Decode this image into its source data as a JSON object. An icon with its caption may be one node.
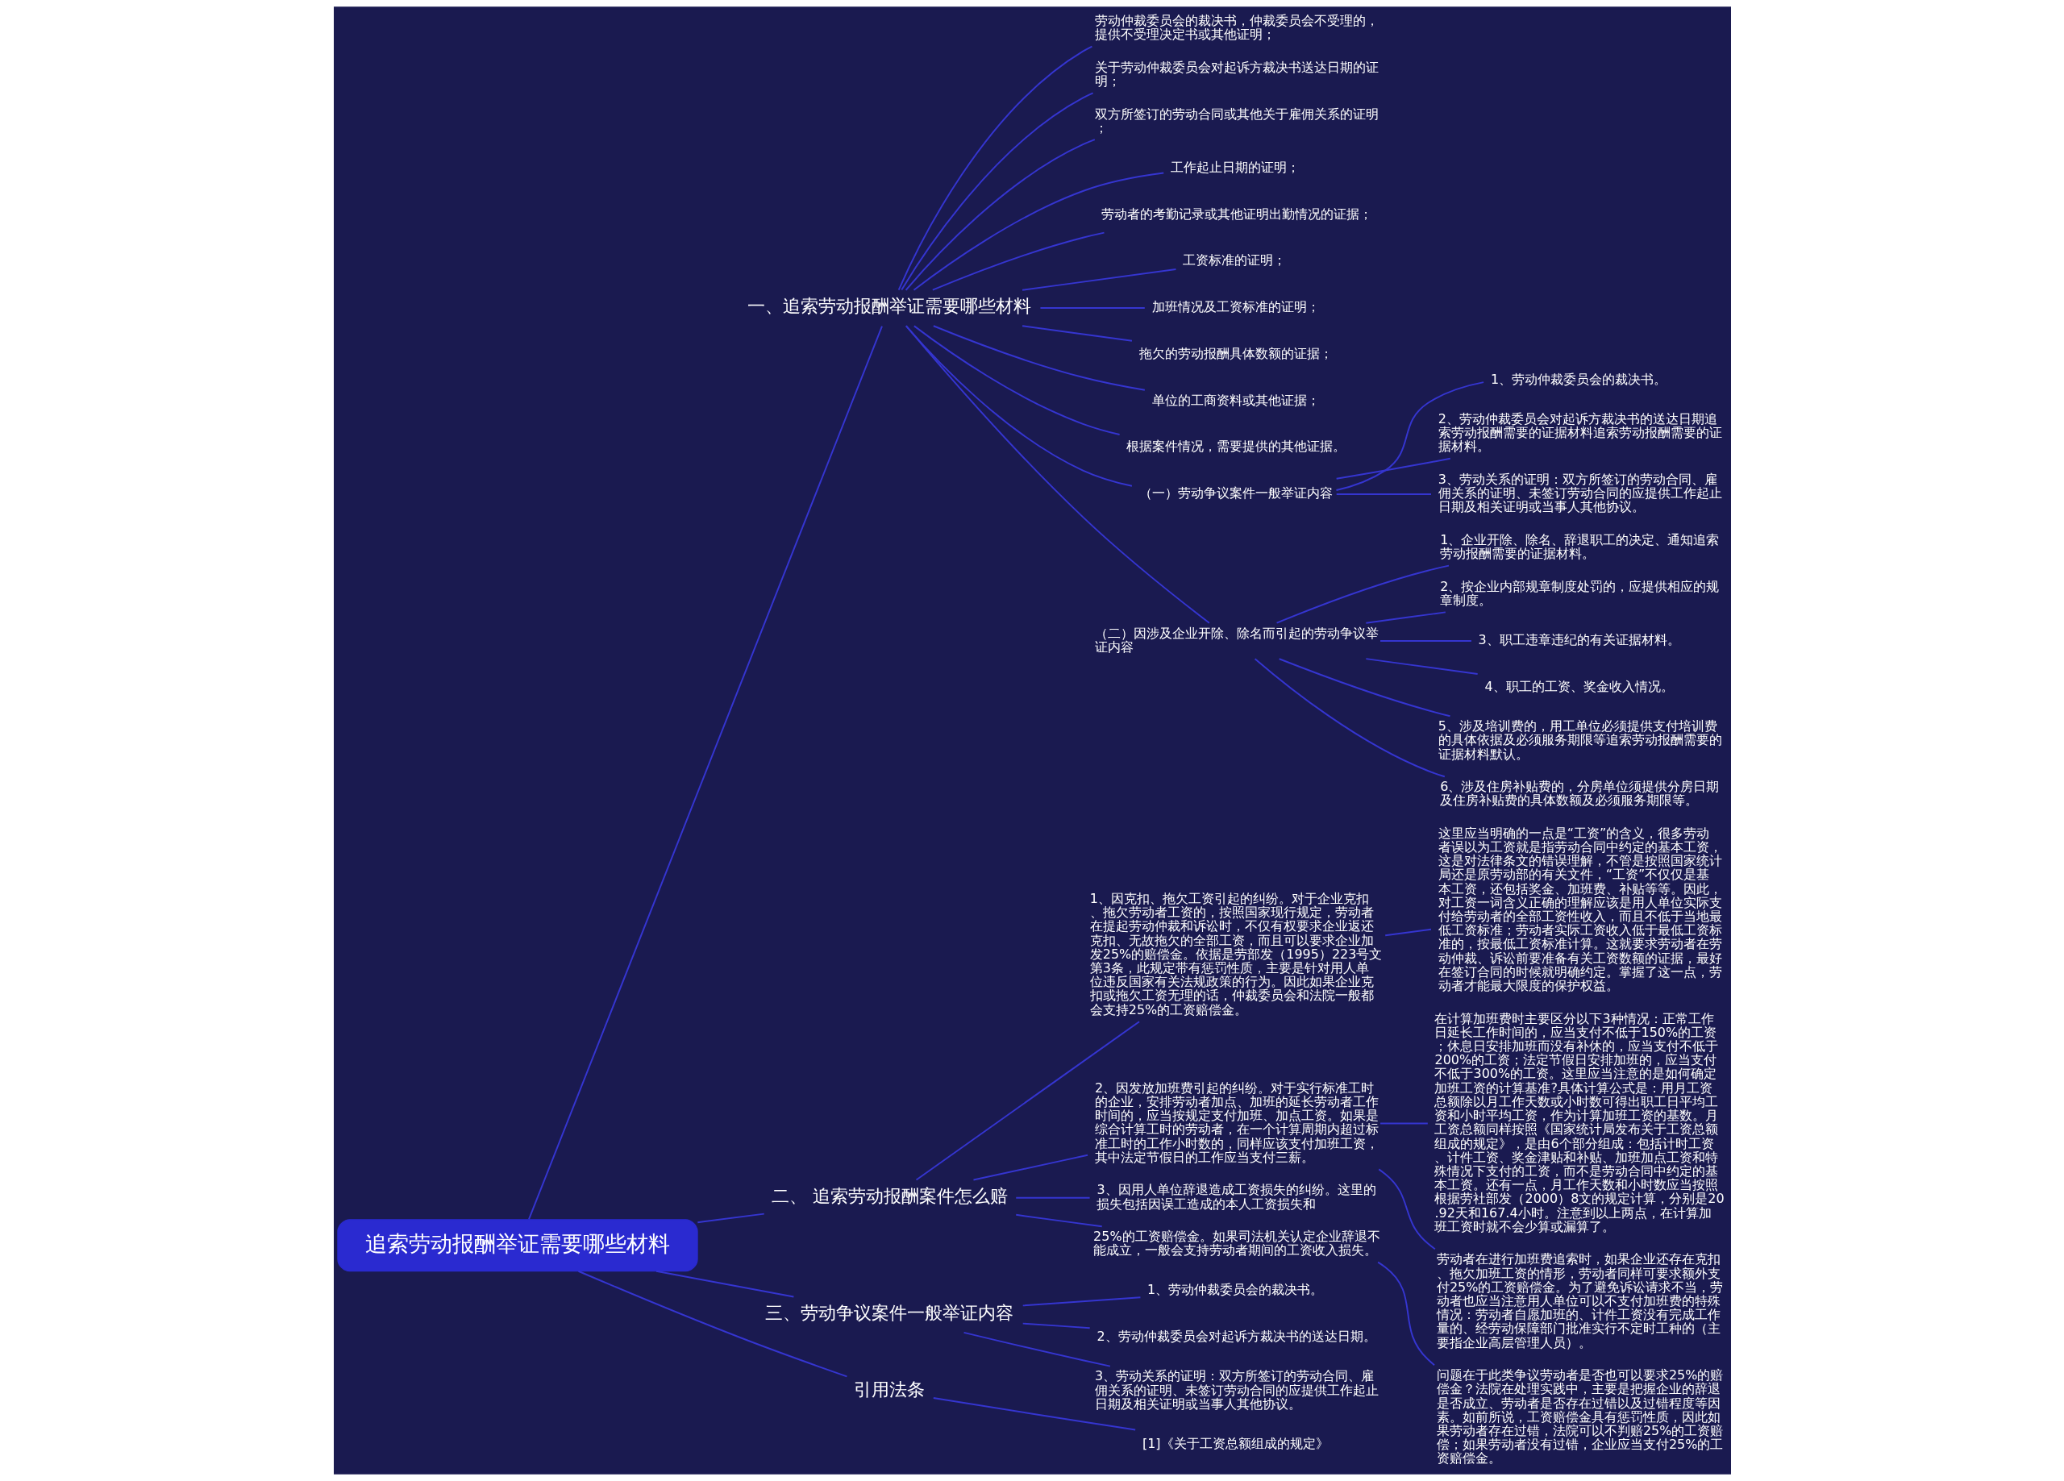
{
  "diagram": {
    "nodes": [
      {
        "text": [
          "追索劳动报酬举证需要哪些材料"
        ]
      },
      {
        "text": [
          "一、追索劳动报酬举证需要哪些材料"
        ]
      },
      {
        "text": [
          "劳动仲裁委员会的裁决书，仲裁委员会不受理的，提供不受理决定书或其他证明；"
        ]
      },
      {
        "text": [
          "关于劳动仲裁委员会对起诉方裁决书送达日期的证明；"
        ]
      },
      {
        "text": [
          "双方所签订的劳动合同或其他关于雇佣关系的证明；"
        ]
      },
      {
        "text": [
          "工作起止日期的证明；"
        ]
      },
      {
        "text": [
          "劳动者的考勤记录或其他证明出勤情况的证据；"
        ]
      },
      {
        "text": [
          "工资标准的证明；"
        ]
      },
      {
        "text": [
          "加班情况及工资标准的证明；"
        ]
      },
      {
        "text": [
          "拖欠的劳动报酬具体数额的证据；"
        ]
      },
      {
        "text": [
          "单位的工商资料或其他证据；"
        ]
      },
      {
        "text": [
          "根据案件情况，需要提供的其他证据。"
        ]
      },
      {
        "text": [
          "（一）劳动争议案件一般举证内容"
        ]
      },
      {
        "text": [
          "1、劳动仲裁委员会的裁决书。"
        ]
      },
      {
        "text": [
          "2、劳动仲裁委员会对起诉方裁决书的送达日期追索劳动报酬需要的证据材料追索劳动报酬需要的证据材料。"
        ]
      },
      {
        "text": [
          "3、劳动关系的证明：双方所签订的劳动合同、雇佣关系的证明、未签订劳动合同的应提供工作起止日期及相关证明或当事人其他协议。"
        ]
      },
      {
        "text": [
          "（二）因涉及企业开除、除名而引起的劳动争议举证内容"
        ]
      },
      {
        "text": [
          "1、企业开除、除名、辞退职工的决定、通知追索劳动报酬需要的证据材料。"
        ]
      },
      {
        "text": [
          "2、按企业内部规章制度处罚的，应提供相应的规章制度。"
        ]
      },
      {
        "text": [
          "3、职工违章违纪的有关证据材料。"
        ]
      },
      {
        "text": [
          "4、职工的工资、奖金收入情况。"
        ]
      },
      {
        "text": [
          "5、涉及培训费的，用工单位必须提供支付培训费的具体依据及必须服务期限等追索劳动报酬需要的证据材料默认。"
        ]
      },
      {
        "text": [
          "6、涉及住房补贴费的，分房单位须提供分房日期及住房补贴费的具体数额及必须服务期限等。"
        ]
      },
      {
        "text": [
          "二、 追索劳动报酬案件怎么赔"
        ]
      },
      {
        "text": [
          "1、因克扣、拖欠工资引起的纠纷。对于企业克扣、拖欠劳动者工资的，按照国家现行规定，劳动者在提起劳动仲裁和诉讼时，不仅有权要求企业返还克扣、无故拖欠的全部工资，而且可以要求企业加发25%的赔偿金。依据是劳部发（1995）223号文第3条，此规定带有惩罚性质，主要是针对用人单位违反国家有关法规政策的行为。因此如果企业克扣或拖欠工资无理的话，仲裁委员会和法院一般都会支持25%的工资赔偿金。"
        ]
      },
      {
        "text": [
          "这里应当明确的一点是“工资”的含义，很多劳动者误以为工资就是指劳动合同中约定的基本工资，这是对法律条文的错误理解，不管是按照国家统计局还是原劳动部的有关文件，“工资”不仅仅是基本工资，还包括奖金、加班费、补贴等等。因此，对工资一词含义正确的理解应该是用人单位实际支付给劳动者的全部工资性收入，而且不低于当地最低工资标准；劳动者实际工资收入低于最低工资标准的，按最低工资标准计算。这就要求劳动者在劳动仲裁、诉讼前要准备有关工资数额的证据，最好在签订合同的时候就明确约定。掌握了这一点，劳动者才能最大限度的保护权益。"
        ]
      },
      {
        "text": [
          "2、因发放加班费引起的纠纷。对于实行标准工时的企业，安排劳动者加点、加班的延长劳动者工作时间的，应当按规定支付加班、加点工资。如果是综合计算工时的劳动者，在一个计算周期内超过标准工时的工作小时数的，同样应该支付加班工资，其中法定节假日的工作应当支付三薪。"
        ]
      },
      {
        "text": [
          "在计算加班费时主要区分以下3种情况：正常工作日延长工作时间的，应当支付不低于150%的工资；休息日安排加班而没有补休的，应当支付不低于200%的工资；法定节假日安排加班的，应当支付不低于300%的工资。这里应当注意的是如何确定加班工资的计算基准?具体计算公式是：用月工资总额除以月工作天数或小时数可得出职工日平均工资和小时平均工资，作为计算加班工资的基数。月工资总额同样按照《国家统计局发布关于工资总额组成的规定》，是由6个部分组成：包括计时工资、计件工资、奖金津贴和补贴、加班加点工资和特殊情况下支付的工资，而不是劳动合同中约定的基本工资。还有一点，月工作天数和小时数应当按照根据劳社部发（2000）8文的规定计算，分别是20.92天和167.4小时。注意到以上两点，在计算加班工资时就不会少算或漏算了。"
        ]
      },
      {
        "text": [
          "劳动者在进行加班费追索时，如果企业还存在克扣、拖欠加班工资的情形，劳动者同样可要求额外支付25%的工资赔偿金。为了避免诉讼请求不当，劳动者也应当注意用人单位可以不支付加班费的特殊情况：劳动者自愿加班的、计件工资没有完成工作量的、经劳动保障部门批准实行不定时工种的（主要指企业高层管理人员）。"
        ]
      },
      {
        "text": [
          "3、因用人单位辞退造成工资损失的纠纷。这里的损失包括因误工造成的本人工资损失和"
        ]
      },
      {
        "text": [
          "25%的工资赔偿金。如果司法机关认定企业辞退不能成立，一般会支持劳动者期间的工资收入损失。"
        ]
      },
      {
        "text": [
          "问题在于此类争议劳动者是否也可以要求25%的赔偿金？法院在处理实践中，主要是把握企业的辞退是否成立、劳动者是否存在过错以及过错程度等因素。如前所说，工资赔偿金具有惩罚性质，因此如果劳动者存在过错，法院可以不判赔25%的工资赔偿；如果劳动者没有过错，企业应当支付25%的工资赔偿金。"
        ]
      },
      {
        "text": [
          "三、劳动争议案件一般举证内容"
        ]
      },
      {
        "text": [
          "1、劳动仲裁委员会的裁决书。"
        ]
      },
      {
        "text": [
          "2、劳动仲裁委员会对起诉方裁决书的送达日期。"
        ]
      },
      {
        "text": [
          "3、劳动关系的证明：双方所签订的劳动合同、雇佣关系的证明、未签订劳动合同的应提供工作起止日期及相关证明或当事人其他协议。"
        ]
      },
      {
        "text": [
          "引用法条"
        ]
      },
      {
        "text": [
          "[1]《关于工资总额组成的规定》"
        ]
      }
    ],
    "edges": [
      {
        "from": 0,
        "to": 1,
        "arrow": "none"
      },
      {
        "from": 1,
        "to": 2,
        "arrow": "none"
      },
      {
        "from": 1,
        "to": 3,
        "arrow": "none"
      },
      {
        "from": 1,
        "to": 4,
        "arrow": "none"
      },
      {
        "from": 1,
        "to": 5,
        "arrow": "none"
      },
      {
        "from": 1,
        "to": 6,
        "arrow": "none"
      },
      {
        "from": 1,
        "to": 7,
        "arrow": "none"
      },
      {
        "from": 1,
        "to": 8,
        "arrow": "none"
      },
      {
        "from": 1,
        "to": 9,
        "arrow": "none"
      },
      {
        "from": 1,
        "to": 10,
        "arrow": "none"
      },
      {
        "from": 1,
        "to": 11,
        "arrow": "none"
      },
      {
        "from": 1,
        "to": 12,
        "arrow": "none"
      },
      {
        "from": 12,
        "to": 13,
        "arrow": "none"
      },
      {
        "from": 12,
        "to": 14,
        "arrow": "none"
      },
      {
        "from": 12,
        "to": 15,
        "arrow": "none"
      },
      {
        "from": 1,
        "to": 16,
        "arrow": "none"
      },
      {
        "from": 16,
        "to": 17,
        "arrow": "none"
      },
      {
        "from": 16,
        "to": 18,
        "arrow": "none"
      },
      {
        "from": 16,
        "to": 19,
        "arrow": "none"
      },
      {
        "from": 16,
        "to": 20,
        "arrow": "none"
      },
      {
        "from": 16,
        "to": 21,
        "arrow": "none"
      },
      {
        "from": 16,
        "to": 22,
        "arrow": "none"
      },
      {
        "from": 0,
        "to": 23,
        "arrow": "none"
      },
      {
        "from": 23,
        "to": 24,
        "arrow": "none"
      },
      {
        "from": 24,
        "to": 25,
        "arrow": "none"
      },
      {
        "from": 23,
        "to": 26,
        "arrow": "none"
      },
      {
        "from": 26,
        "to": 27,
        "arrow": "none"
      },
      {
        "from": 26,
        "to": 28,
        "arrow": "none"
      },
      {
        "from": 23,
        "to": 29,
        "arrow": "none"
      },
      {
        "from": 23,
        "to": 30,
        "arrow": "none"
      },
      {
        "from": 30,
        "to": 31,
        "arrow": "none"
      },
      {
        "from": 0,
        "to": 32,
        "arrow": "none"
      },
      {
        "from": 32,
        "to": 33,
        "arrow": "none"
      },
      {
        "from": 32,
        "to": 34,
        "arrow": "none"
      },
      {
        "from": 32,
        "to": 35,
        "arrow": "none"
      },
      {
        "from": 0,
        "to": 36,
        "arrow": "none"
      },
      {
        "from": 36,
        "to": 37,
        "arrow": "none"
      }
    ]
  }
}
